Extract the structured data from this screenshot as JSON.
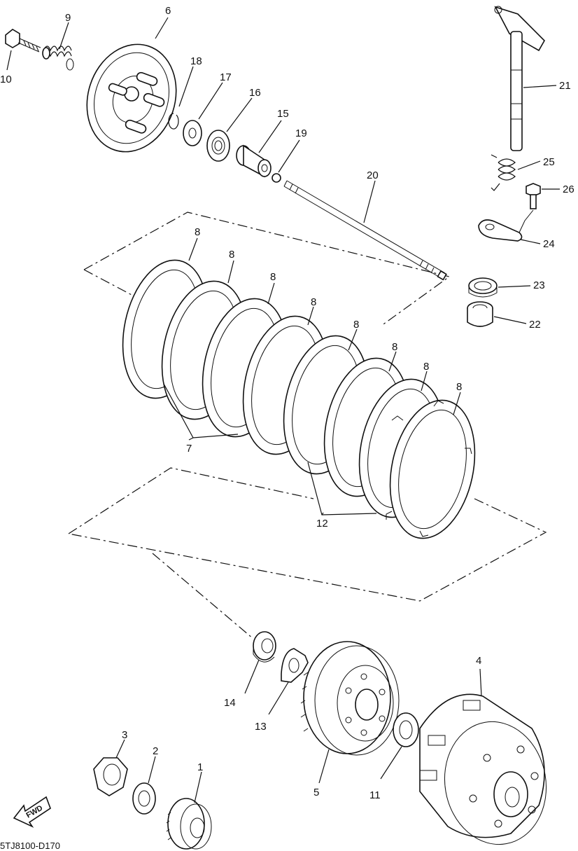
{
  "diagram_code": "5TJ8100-D170",
  "fwd_label": "FWD",
  "callouts": {
    "p1": "1",
    "p2": "2",
    "p3": "3",
    "p4": "4",
    "p5": "5",
    "p6": "6",
    "p7": "7",
    "p8": "8",
    "p9": "9",
    "p10": "10",
    "p11": "11",
    "p12": "12",
    "p13": "13",
    "p14": "14",
    "p15": "15",
    "p16": "16",
    "p17": "17",
    "p18": "18",
    "p19": "19",
    "p20": "20",
    "p21": "21",
    "p22": "22",
    "p23": "23",
    "p24": "24",
    "p25": "25",
    "p26": "26"
  }
}
